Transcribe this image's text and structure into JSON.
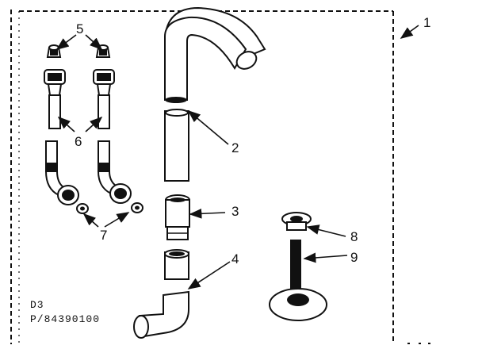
{
  "callouts": {
    "c1": "1",
    "c2": "2",
    "c3": "3",
    "c4": "4",
    "c5": "5",
    "c6": "6",
    "c7": "7",
    "c8": "8",
    "c9": "9"
  },
  "drawing_code": {
    "line1": "D3",
    "line2": "P/84390100"
  }
}
